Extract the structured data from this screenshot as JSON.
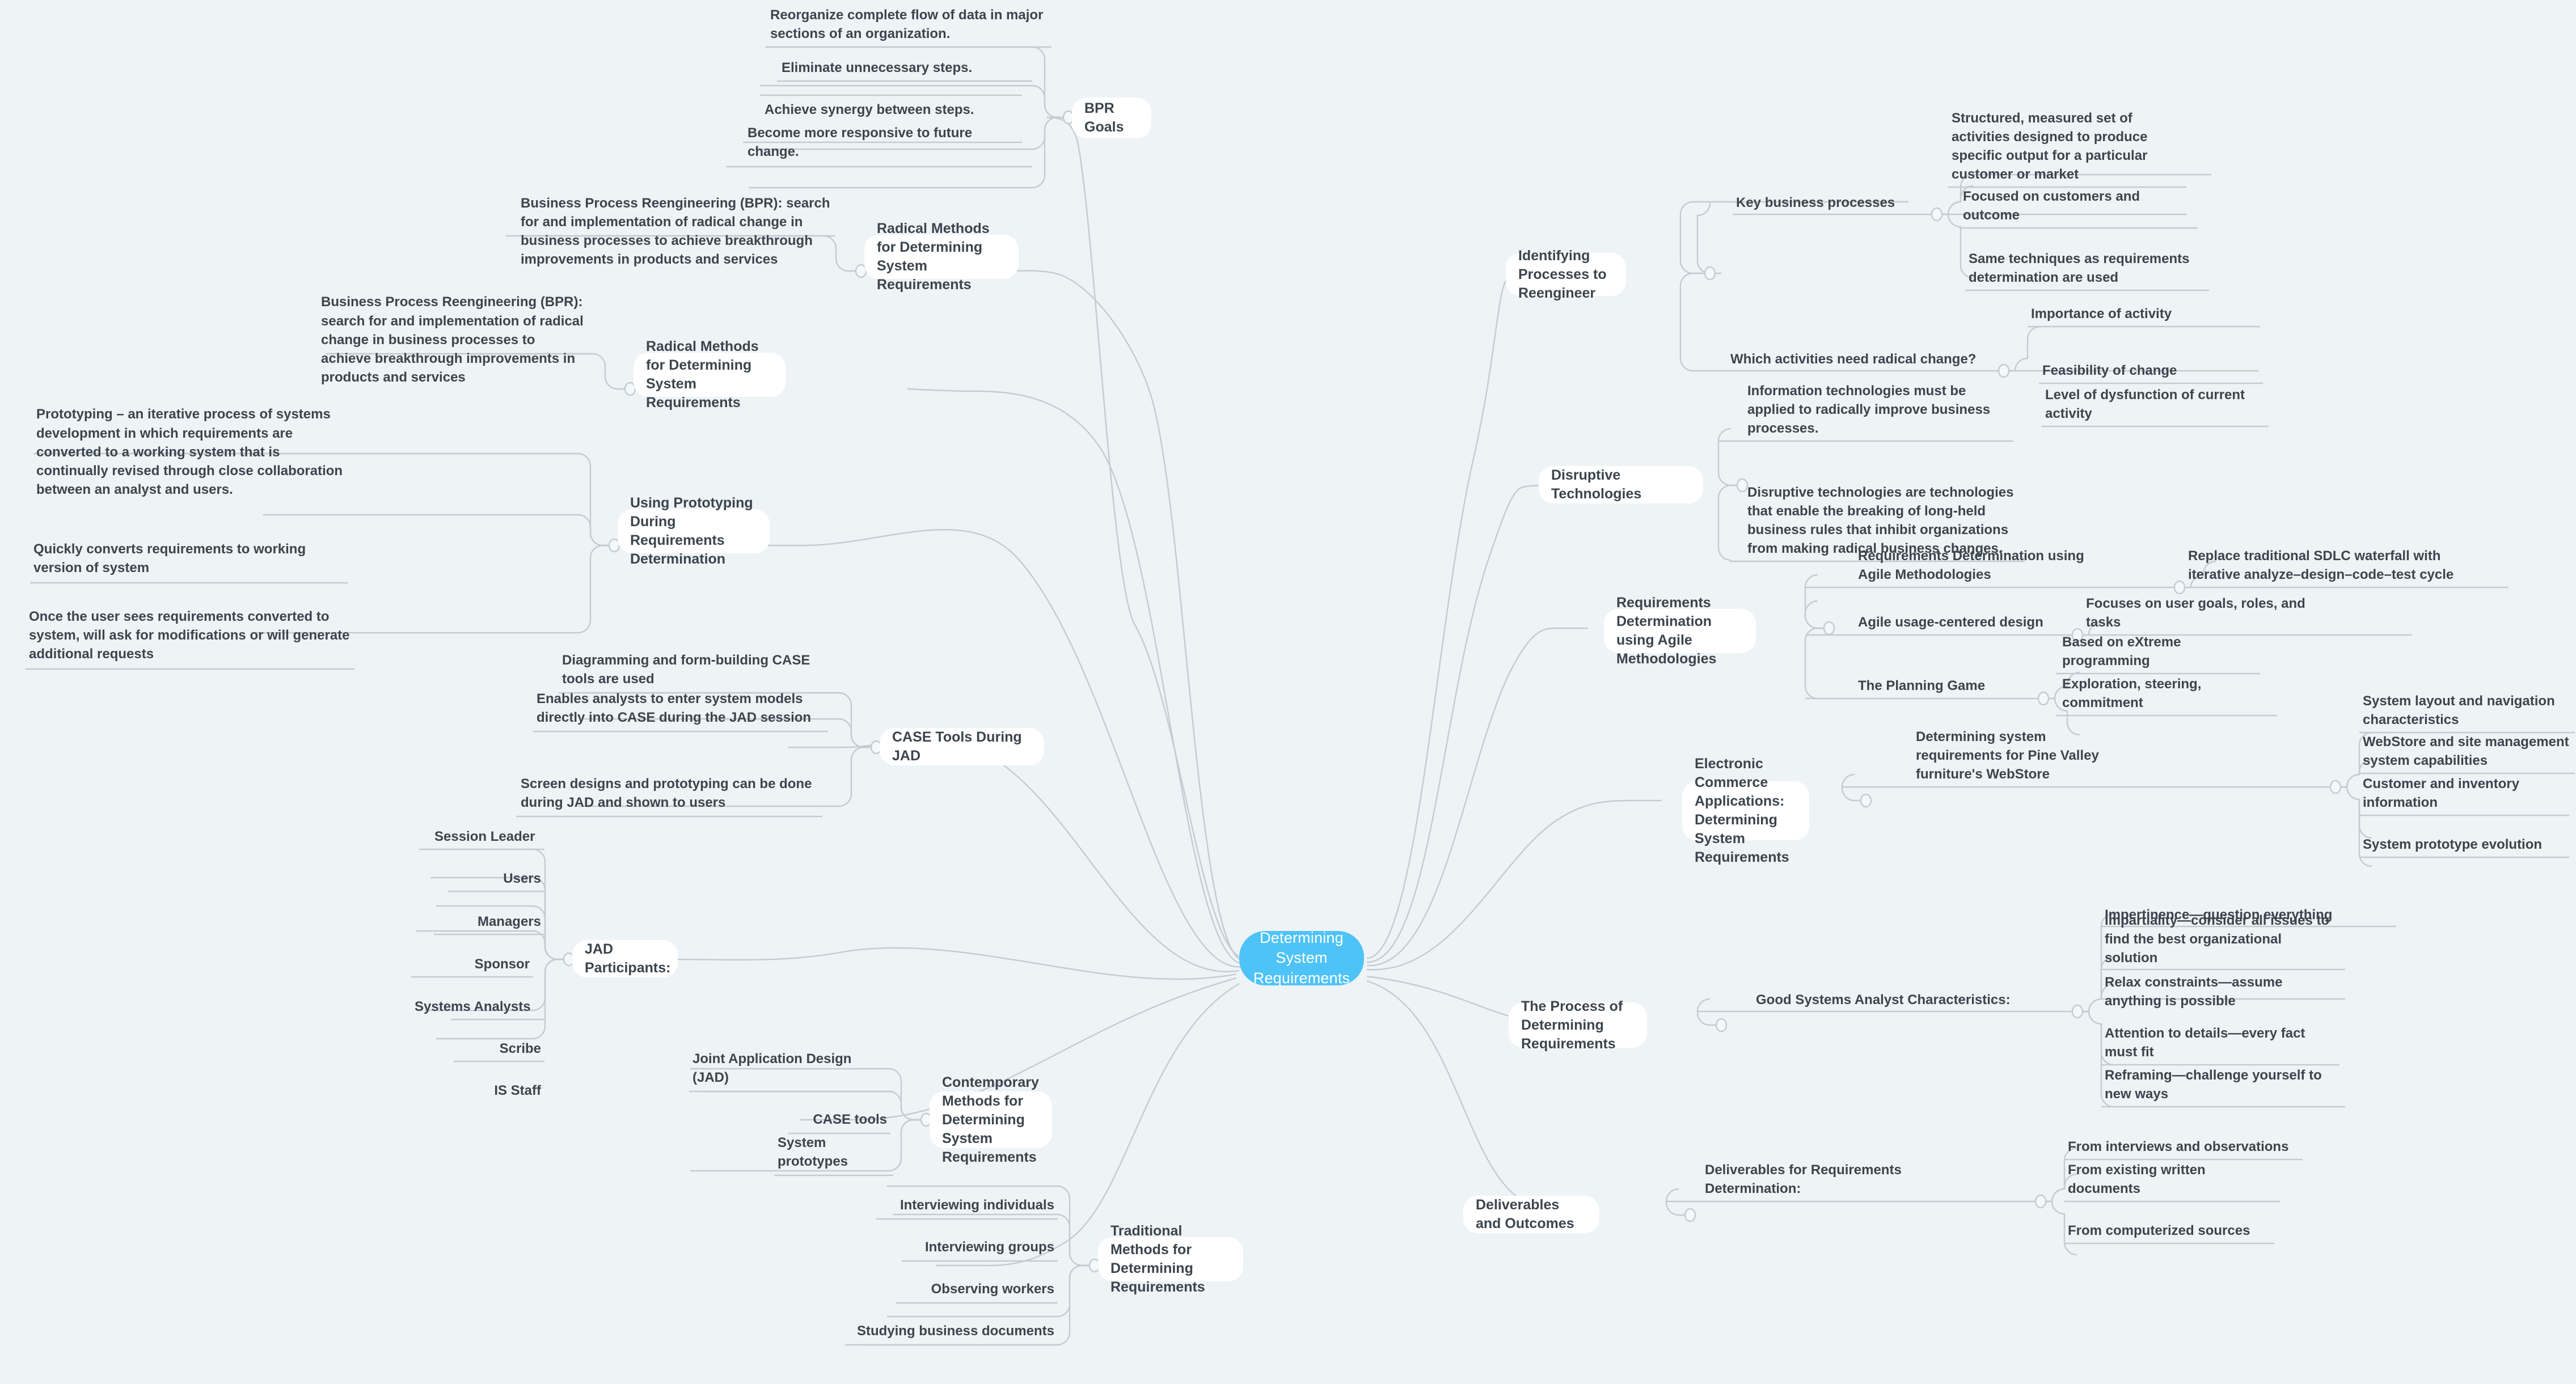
{
  "theme": {
    "background": "#eef3f6",
    "root_fill": "#4ec3f7",
    "root_text": "#ffffff",
    "branch_fill": "#ffffff",
    "text": "#3c444d",
    "edge": "#c3ccd2"
  },
  "root": {
    "label": "Determining System Requirements"
  },
  "branches": [
    {
      "id": "bpr-goals",
      "label": "BPR Goals",
      "children": [
        {
          "label": "Reorganize complete flow of data in major sections of an organization."
        },
        {
          "label": "Eliminate unnecessary steps."
        },
        {
          "label": "Achieve synergy between steps."
        },
        {
          "label": "Become more responsive to future change."
        }
      ]
    },
    {
      "id": "radical-methods-1",
      "label": "Radical Methods for Determining System Requirements",
      "children": [
        {
          "label": "Business Process Reengineering (BPR): search for and implementation of radical change in business processes to achieve breakthrough improvements in products and services"
        }
      ]
    },
    {
      "id": "radical-methods-2",
      "label": "Radical Methods for Determining System Requirements",
      "children": [
        {
          "label": "Business Process Reengineering (BPR): search for and implementation of radical change in business processes to achieve breakthrough improvements in products and services"
        }
      ]
    },
    {
      "id": "using-prototyping",
      "label": "Using Prototyping During Requirements Determination",
      "children": [
        {
          "label": "Prototyping – an iterative process of systems development in which requirements are converted to a working system that is continually revised through close collaboration between an analyst and users."
        },
        {
          "label": "Quickly converts requirements to working version of system"
        },
        {
          "label": "Once the user sees requirements converted to system, will ask for modifications or will generate additional requests"
        }
      ]
    },
    {
      "id": "case-tools-jad",
      "label": "CASE Tools During JAD",
      "children": [
        {
          "label": "Diagramming and form-building CASE tools are used"
        },
        {
          "label": "Enables analysts to enter system models directly into CASE during the JAD session"
        },
        {
          "label": "Screen designs and prototyping can be done during JAD and shown to users"
        }
      ]
    },
    {
      "id": "jad-participants",
      "label": "JAD Participants:",
      "children": [
        {
          "label": "Session Leader"
        },
        {
          "label": "Users"
        },
        {
          "label": "Managers"
        },
        {
          "label": "Sponsor"
        },
        {
          "label": "Systems Analysts"
        },
        {
          "label": "Scribe"
        },
        {
          "label": "IS Staff"
        }
      ]
    },
    {
      "id": "contemporary-methods",
      "label": "Contemporary Methods for Determining System Requirements",
      "children": [
        {
          "label": "Joint Application Design (JAD)"
        },
        {
          "label": "CASE tools"
        },
        {
          "label": "System prototypes"
        }
      ]
    },
    {
      "id": "traditional-methods",
      "label": "Traditional Methods for Determining Requirements",
      "children": [
        {
          "label": "Interviewing individuals"
        },
        {
          "label": "Interviewing groups"
        },
        {
          "label": "Observing workers"
        },
        {
          "label": "Studying business documents"
        }
      ]
    },
    {
      "id": "identifying-processes",
      "label": "Identifying Processes to Reengineer",
      "children": [
        {
          "label": "Key business processes",
          "children": [
            {
              "label": "Structured, measured set of activities designed to produce specific output for a particular customer or market"
            },
            {
              "label": "Focused on customers and outcome"
            },
            {
              "label": "Same techniques as requirements determination are used"
            }
          ]
        },
        {
          "label": "Which activities need radical change?",
          "children": [
            {
              "label": "Importance of activity"
            },
            {
              "label": "Feasibility of change"
            },
            {
              "label": "Level of dysfunction of current activity"
            }
          ]
        }
      ]
    },
    {
      "id": "disruptive-technologies",
      "label": "Disruptive Technologies",
      "children": [
        {
          "label": "Information technologies must be applied to radically improve business processes."
        },
        {
          "label": "Disruptive technologies are technologies that enable the breaking of long-held business rules that inhibit organizations from making radical business changes."
        }
      ]
    },
    {
      "id": "agile-methodologies",
      "label": "Requirements Determination using Agile Methodologies",
      "children": [
        {
          "label": "Requirements Determination using Agile Methodologies",
          "children": [
            {
              "label": "Replace traditional SDLC waterfall with iterative analyze–design–code–test cycle"
            }
          ]
        },
        {
          "label": "Agile usage-centered design",
          "children": [
            {
              "label": "Focuses on user goals, roles, and tasks"
            }
          ]
        },
        {
          "label": "The Planning Game",
          "children": [
            {
              "label": "Based on eXtreme programming"
            },
            {
              "label": "Exploration, steering, commitment"
            }
          ]
        }
      ]
    },
    {
      "id": "ecommerce-applications",
      "label": "Electronic Commerce Applications: Determining System Requirements",
      "children": [
        {
          "label": "Determining system requirements for Pine Valley furniture's WebStore",
          "children": [
            {
              "label": "System layout and navigation characteristics"
            },
            {
              "label": "WebStore and site management system capabilities"
            },
            {
              "label": "Customer and inventory information"
            },
            {
              "label": "System prototype evolution"
            }
          ]
        }
      ]
    },
    {
      "id": "process-of-determining",
      "label": "The Process of Determining Requirements",
      "children": [
        {
          "label": "Good Systems Analyst Characteristics:",
          "children": [
            {
              "label": "Impertinence—question everything"
            },
            {
              "label": "Impartiality—consider all issues to find the best organizational solution"
            },
            {
              "label": "Relax constraints—assume anything is possible"
            },
            {
              "label": "Attention to details—every fact must fit"
            },
            {
              "label": "Reframing—challenge yourself to new ways"
            }
          ]
        }
      ]
    },
    {
      "id": "deliverables-outcomes",
      "label": "Deliverables and Outcomes",
      "children": [
        {
          "label": "Deliverables for Requirements Determination:",
          "children": [
            {
              "label": "From interviews and observations"
            },
            {
              "label": "From existing written documents"
            },
            {
              "label": "From computerized sources"
            }
          ]
        }
      ]
    }
  ]
}
